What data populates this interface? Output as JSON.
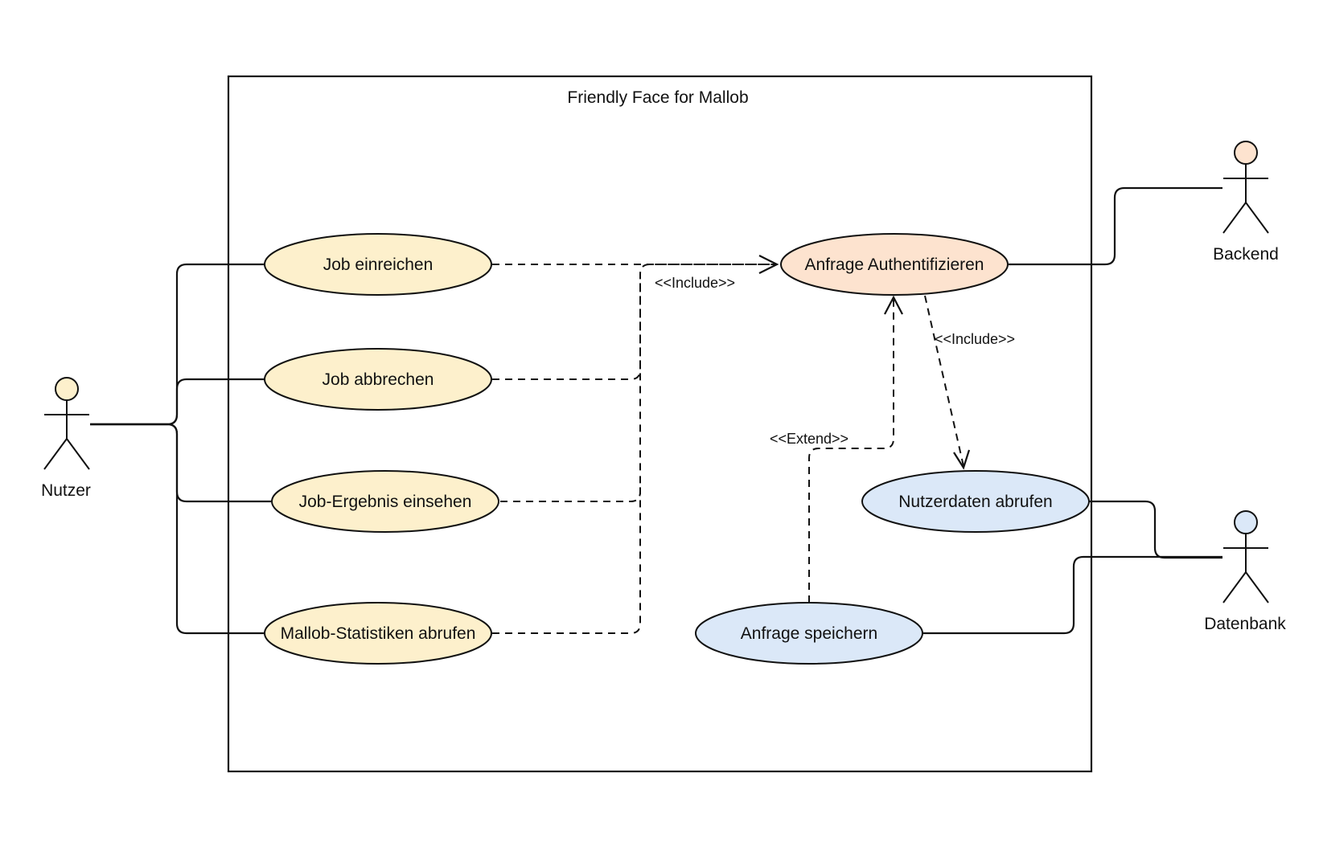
{
  "system": {
    "title": "Friendly Face for Mallob"
  },
  "actors": {
    "nutzer": {
      "label": "Nutzer",
      "color": "#fdf0cc"
    },
    "backend": {
      "label": "Backend",
      "color": "#fde3cf"
    },
    "datenbank": {
      "label": "Datenbank",
      "color": "#dbe8f8"
    }
  },
  "use_cases": {
    "job_einreichen": {
      "label": "Job einreichen",
      "color": "#fdf0cc"
    },
    "job_abbrechen": {
      "label": "Job abbrechen",
      "color": "#fdf0cc"
    },
    "job_ergebnis": {
      "label": "Job-Ergebnis einsehen",
      "color": "#fdf0cc"
    },
    "mallob_statistiken": {
      "label": "Mallob-Statistiken abrufen",
      "color": "#fdf0cc"
    },
    "anfrage_auth": {
      "label": "Anfrage Authentifizieren",
      "color": "#fde3cf"
    },
    "nutzerdaten": {
      "label": "Nutzerdaten abrufen",
      "color": "#dbe8f8"
    },
    "anfrage_speichern": {
      "label": "Anfrage speichern",
      "color": "#dbe8f8"
    }
  },
  "relations": {
    "include_1": "<<Include>>",
    "include_2": "<<Include>>",
    "extend_1": "<<Extend>>"
  }
}
